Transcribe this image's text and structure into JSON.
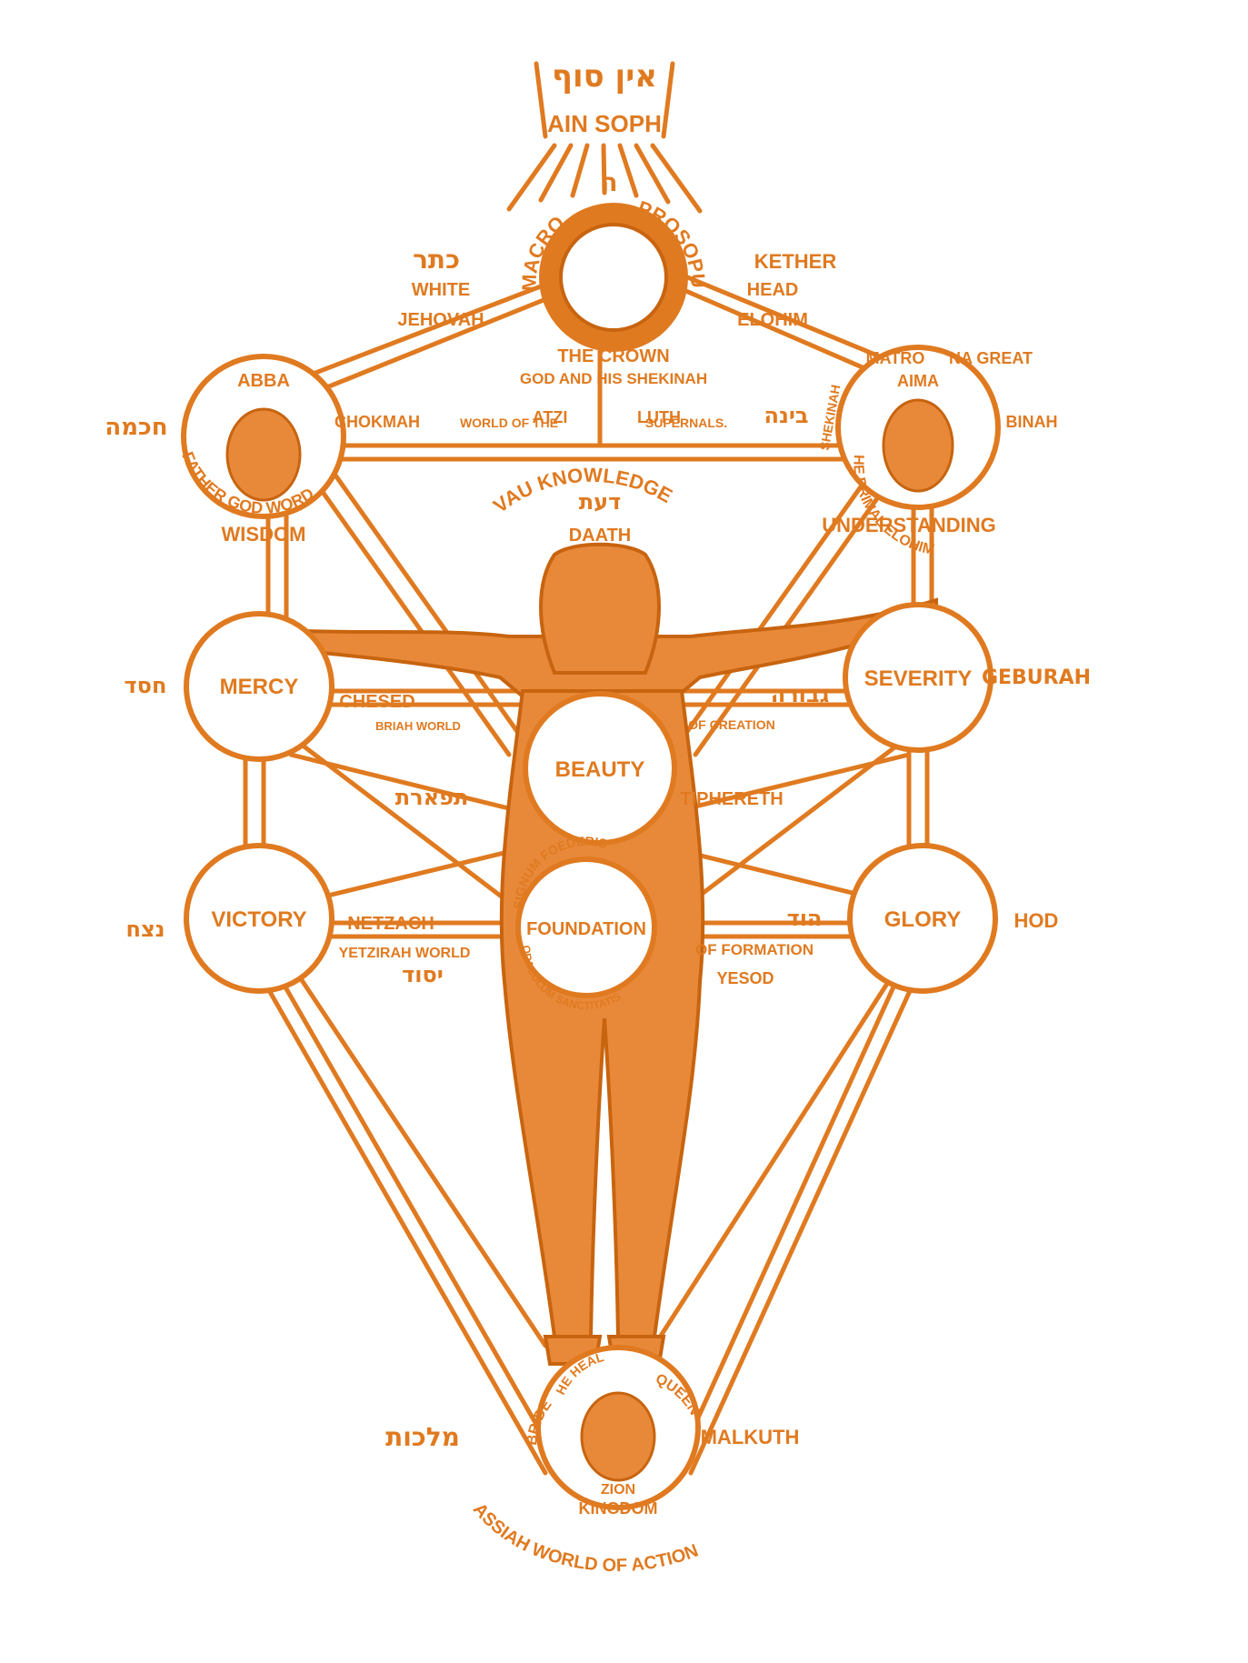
{
  "colors": {
    "ink": "#e07a20",
    "paper": "#ffffff"
  },
  "top": {
    "hebrew": "אין סוף",
    "name": "AIN SOPH",
    "letter": "ה",
    "arc_left": "MACRO",
    "arc_right": "PROSOPUS"
  },
  "kether": {
    "hebrew": "כתר",
    "name": "KETHER",
    "left_1": "WHITE",
    "right_1": "HEAD",
    "left_2": "JEHOVAH",
    "right_2": "ELOHIM",
    "caption_1": "THE CROWN",
    "caption_2": "GOD AND HIS SHEKINAH",
    "world_left": "ATZI",
    "world_right": "LUTH"
  },
  "chokmah": {
    "hebrew": "חכמה",
    "title": "ABBA",
    "arc": "FATHER GOD WORD",
    "name": "CHOKMAH",
    "world": "WORLD OF THE",
    "meaning": "WISDOM"
  },
  "binah": {
    "hebrew": "בינה",
    "title": "AIMA",
    "arc_top": "MATRO",
    "arc_mid": "NA GREAT",
    "arc_left": "SHEKINAH",
    "arc_bottom": "HE PRIMAL ELOHIM",
    "name": "BINAH",
    "world": "SUPERNALS.",
    "meaning": "UNDERSTANDING"
  },
  "daath": {
    "arc": "VAU KNOWLEDGE",
    "hebrew": "דעת",
    "name": "DAATH"
  },
  "chesed": {
    "hebrew": "חסד",
    "circle": "MERCY",
    "name": "CHESED",
    "world": "BRIAH WORLD"
  },
  "geburah": {
    "hebrew": "גבורה",
    "circle": "SEVERITY",
    "name": "GEBURAH",
    "world": "OF CREATION"
  },
  "tiphereth": {
    "hebrew": "תפארת",
    "circle": "BEAUTY",
    "name": "TIPHERETH"
  },
  "netzach": {
    "hebrew": "נצח",
    "circle": "VICTORY",
    "name": "NETZACH",
    "world": "YETZIRAH WORLD"
  },
  "hod": {
    "hebrew": "הוד",
    "circle": "GLORY",
    "name": "HOD",
    "world": "OF FORMATION"
  },
  "yesod": {
    "hebrew": "יסוד",
    "circle": "FOUNDATION",
    "arc_top": "SIGNUM FOEDERIS",
    "arc_bottom": "ORACULUM SANCTITATIS",
    "name": "YESOD"
  },
  "malkuth": {
    "hebrew": "מלכות",
    "name": "MALKUTH",
    "arc_left": "BRIDE",
    "arc_right": "QUEEN",
    "arc_top": "HE HEAL",
    "caption_1": "ZION",
    "caption_2": "KINGDOM",
    "world": "ASSIAH WORLD OF ACTION"
  }
}
